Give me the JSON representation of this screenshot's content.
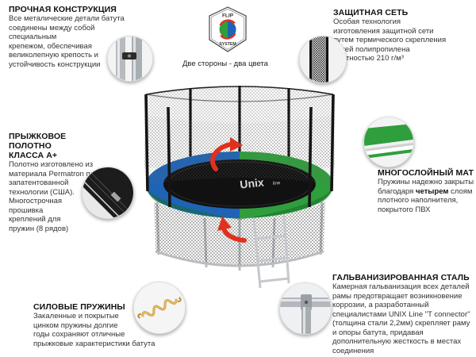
{
  "logo": {
    "text_top": "FLIP",
    "text_bottom": "SYSTEM"
  },
  "caption": "Две стороны - два цвета",
  "brand": {
    "name": "Unix",
    "suffix": "line"
  },
  "features": {
    "structure": {
      "title": "ПРОЧНАЯ КОНСТРУКЦИЯ",
      "lines": [
        "Все металические детали батута",
        "соединены между собой специальным",
        "крепежом, обеспечивая",
        "великолепную крепость и",
        "устойчивость конструкции"
      ]
    },
    "net": {
      "title": "ЗАЩИТНАЯ СЕТЬ",
      "lines": [
        "Особая технология",
        "изготовления защитной сети",
        "путем термического скрепления",
        "нитей полипропилена",
        "плотностью 210 г/м³"
      ]
    },
    "canvas": {
      "title_lines": [
        "ПРЫЖКОВОЕ ПОЛОТНО",
        "КЛАССА А+"
      ],
      "lines": [
        "Полотно изготовлено из",
        "материала Permatron по",
        "запатентованной",
        "технологии (США).",
        "Многострочная",
        "прошивка",
        "креплений для",
        "пружин (8 рядов)"
      ]
    },
    "mat": {
      "title": "МНОГОСЛОЙНЫЙ МАТ",
      "line1": "Пружины надежно закрыты",
      "line2_before": "благодаря ",
      "line2_bold": "четырем",
      "line2_after": " слоям",
      "line3": "плотного наполнителя,",
      "line4": "покрытого ПВХ"
    },
    "steel": {
      "title": "ГАЛЬВАНИЗИРОВАННАЯ СТАЛЬ",
      "lines": [
        "Камерная гальванизация всех деталей",
        "рамы предотвращает возникновение",
        "коррозии, а разработанный",
        "специалистами  UNIX Line \"T connector\"",
        "(толщина стали 2,2мм) скрепляет раму",
        "и опоры батута, придавая",
        "дополнительную жесткость в местах",
        "соединения"
      ]
    },
    "springs": {
      "title": "СИЛОВЫЕ ПРУЖИНЫ",
      "lines": [
        "Закаленные и покрытые",
        "цинком пружины долгие",
        "годы сохраняют отличные",
        "прыжковые характеристики батута"
      ]
    }
  },
  "colors": {
    "blue": "#1f63b4",
    "green": "#2f9e3c",
    "red": "#e0301e",
    "frame": "#b9bcc0"
  }
}
